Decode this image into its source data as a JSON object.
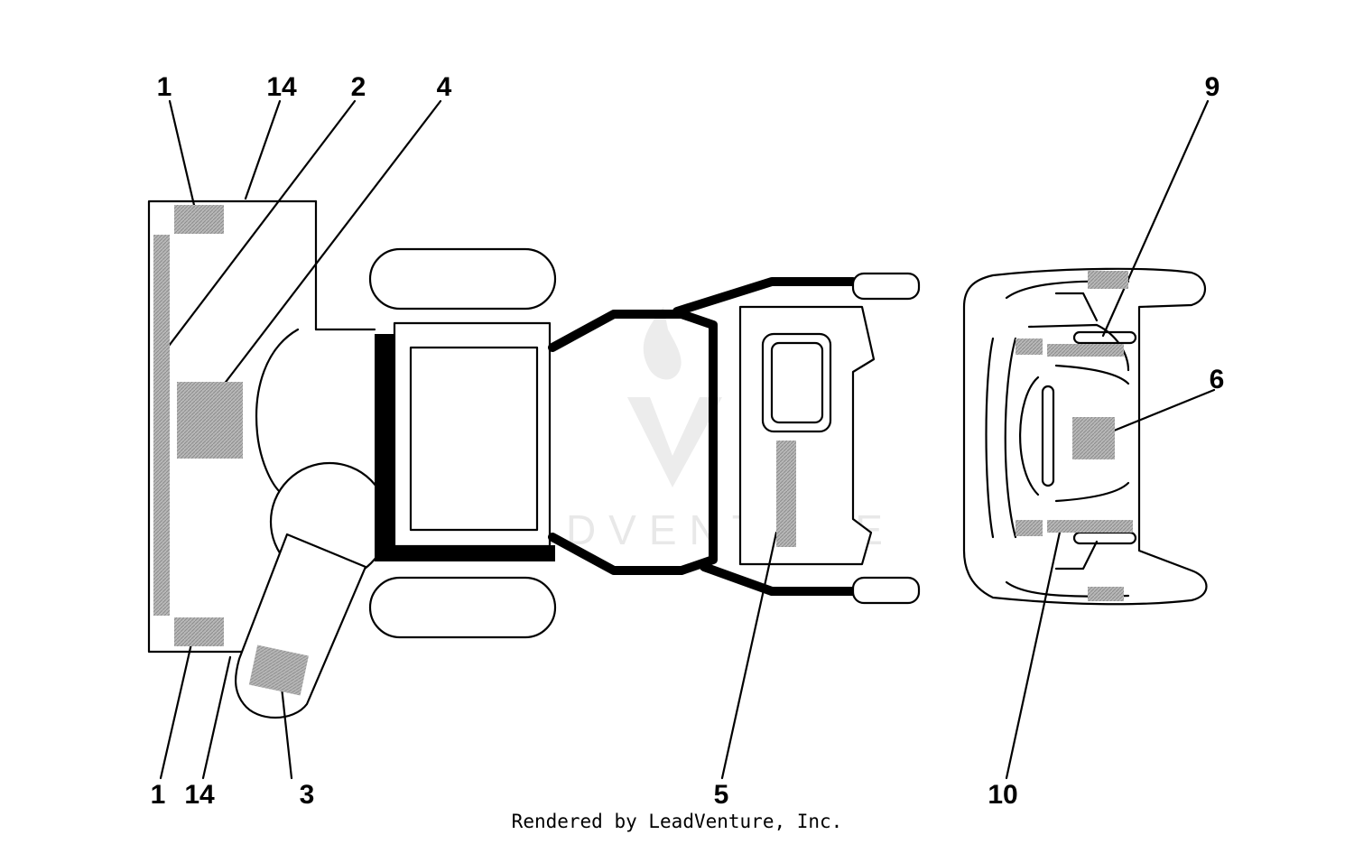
{
  "callouts": [
    {
      "id": "c1-top",
      "text": "1"
    },
    {
      "id": "c14-top",
      "text": "14"
    },
    {
      "id": "c2",
      "text": "2"
    },
    {
      "id": "c4",
      "text": "4"
    },
    {
      "id": "c9",
      "text": "9"
    },
    {
      "id": "c6",
      "text": "6"
    },
    {
      "id": "c1-bottom",
      "text": "1"
    },
    {
      "id": "c14-bottom",
      "text": "14"
    },
    {
      "id": "c3",
      "text": "3"
    },
    {
      "id": "c5",
      "text": "5"
    },
    {
      "id": "c10",
      "text": "10"
    }
  ],
  "watermark": {
    "text": "LEADVENTURE"
  },
  "footer": {
    "text": "Rendered by LeadVenture, Inc."
  },
  "colors": {
    "line": "#000000",
    "decal": "#a8a8a8",
    "watermark": "#e8e8e8"
  }
}
